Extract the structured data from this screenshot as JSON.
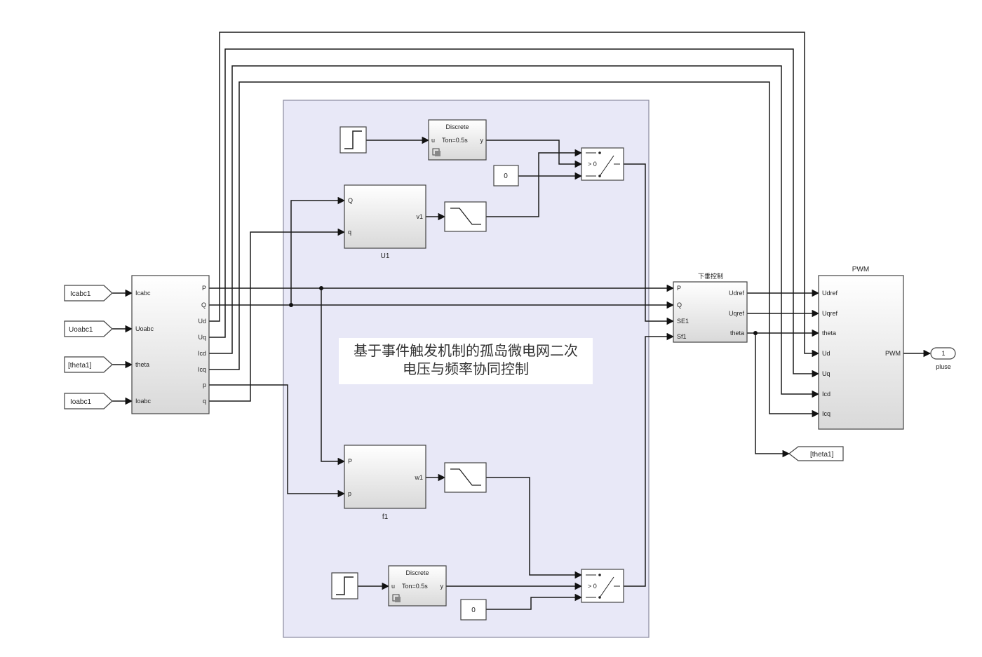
{
  "colors": {
    "subsystem_fill": "#e8e8f7",
    "wire": "#1a1a1a",
    "block_border": "#444444"
  },
  "icons": [
    "step-icon",
    "saturation-icon",
    "switch-icon"
  ],
  "inputs": [
    {
      "label": "Icabc1"
    },
    {
      "label": "Uoabc1"
    },
    {
      "label": "[theta1]"
    },
    {
      "label": "Ioabc1"
    }
  ],
  "meas_block": {
    "in_ports": [
      "Icabc",
      "Uoabc",
      "theta",
      "Ioabc"
    ],
    "out_ports": [
      "P",
      "Q",
      "Ud",
      "Uq",
      "Icd",
      "Icq",
      "p",
      "q"
    ]
  },
  "trigger_top": {
    "title": "Discrete",
    "port_u": "u",
    "param": "Ton=0.5s",
    "port_y": "y"
  },
  "trigger_bottom": {
    "title": "Discrete",
    "port_u": "u",
    "param": "Ton=0.5s",
    "port_y": "y"
  },
  "const_top": {
    "value": "0"
  },
  "const_bottom": {
    "value": "0"
  },
  "switch_top": {
    "criterion": "> 0"
  },
  "switch_bottom": {
    "criterion": "> 0"
  },
  "u1_block": {
    "name": "U1",
    "in_ports": [
      "Q",
      "q"
    ],
    "out_port": "v1"
  },
  "f1_block": {
    "name": "f1",
    "in_ports": [
      "P",
      "p"
    ],
    "out_port": "w1"
  },
  "annotation": {
    "line1": "基于事件触发机制的孤岛微电网二次",
    "line2": "电压与频率协同控制"
  },
  "droop_block": {
    "title": "下垂控制",
    "in_ports": [
      "P",
      "Q",
      "SE1",
      "Sf1"
    ],
    "out_ports": [
      "Udref",
      "Uqref",
      "theta"
    ]
  },
  "pwm_block": {
    "title": "PWM",
    "in_ports": [
      "Udref",
      "Uqref",
      "theta",
      "Ud",
      "Uq",
      "Icd",
      "Icq"
    ],
    "out_port": "PWM"
  },
  "output_port": {
    "number": "1",
    "name": "pluse"
  },
  "goto_tag": {
    "label": "[theta1]"
  }
}
